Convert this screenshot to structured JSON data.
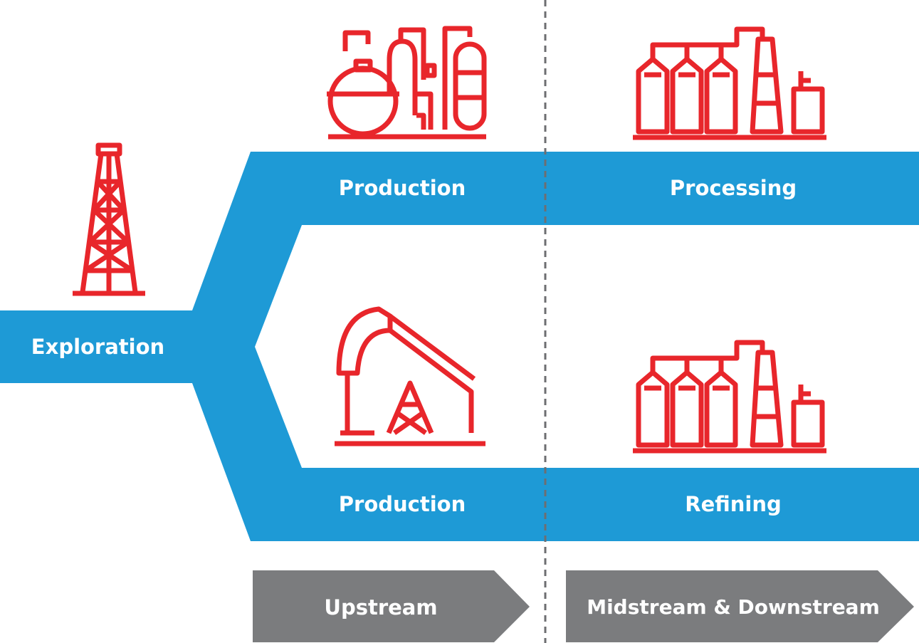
{
  "stages": {
    "exploration": "Exploration",
    "production_top": "Production",
    "production_bottom": "Production",
    "processing": "Processing",
    "refining": "Refining"
  },
  "segments": {
    "upstream": "Upstream",
    "midstream_downstream": "Midstream & Downstream"
  },
  "icons": {
    "exploration": "oil-derrick-icon",
    "production_top": "gas-plant-icon",
    "production_bottom": "pumpjack-icon",
    "processing": "processing-plant-icon",
    "refining": "refinery-icon"
  },
  "colors": {
    "flow": "#1e9ad6",
    "icon": "#e8262b",
    "segment": "#7b7c7e",
    "divider": "#6d6e71"
  }
}
